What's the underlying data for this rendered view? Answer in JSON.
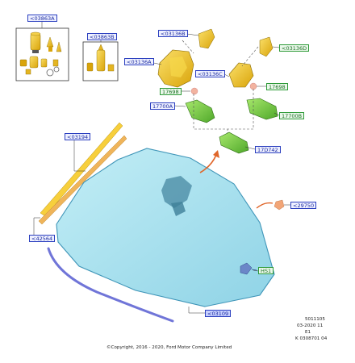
{
  "labels": {
    "kit_a": "<03863A",
    "kit_b": "<03863B",
    "p03136b": "<03136B",
    "p03136d": "<03136D",
    "p03136a": "<03136A",
    "p03136c": "<03136C",
    "p17698_left": "17698",
    "p17698_right": "17698",
    "p17700a": "17700A",
    "p17700b": "17700B",
    "p17d742": "17D742",
    "p03194": "<03194",
    "p29750": "<29750",
    "p42564": "<42564",
    "ps1": "HS1",
    "p03109": "<03109"
  },
  "info": {
    "line1": "5011105",
    "line2": "03-2020 11",
    "line3": "E1",
    "line4": "K 0308701 04"
  },
  "copyright": "©Copyright, 2016 - 2020, Ford Motor Company Limited",
  "colors": {
    "label_blue": "#2b3fbf",
    "label_green": "#2e9a38",
    "glass": "#a8e2ef",
    "glass_edge": "#3f95b8",
    "yellow_part": "#f2c417",
    "green_part": "#7ccf3c",
    "arrow_orange": "#e0662a",
    "moulding": "#7075d8",
    "trim_orange": "#efb45a"
  }
}
